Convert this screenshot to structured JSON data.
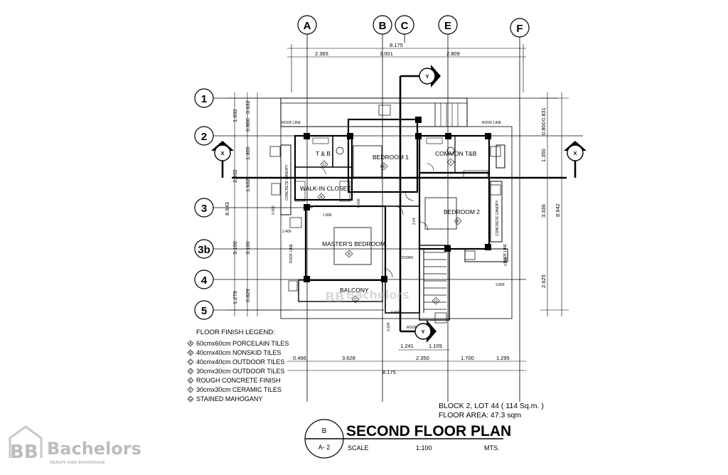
{
  "grid_columns": [
    "A",
    "B",
    "C",
    "E",
    "F"
  ],
  "grid_rows": [
    "1",
    "2",
    "3",
    "3b",
    "4",
    "5"
  ],
  "dimensions": {
    "top_total": "8.175",
    "top_segments": [
      "2.365",
      "3.001",
      "2.809"
    ],
    "bottom_total": "8.175",
    "bottom_segments": [
      "0.496",
      "3.628",
      "2.350",
      "1.700",
      "1.295"
    ],
    "bottom_inner": [
      "1.241",
      "1.109"
    ],
    "left_outer": [
      "1.632",
      "2.932",
      "8.943",
      "3.100",
      "1.279"
    ],
    "left_mid": [
      "0.800",
      "1.300",
      "1.632",
      "3.100",
      "0.829"
    ],
    "left_inner": "0.632",
    "right_outer": [
      "0.831",
      "0.800",
      "1.350",
      "3.336",
      "8.942",
      "2.625"
    ],
    "small_labels": [
      "1.866",
      "2.400",
      "0.400",
      "0.600",
      "2.64",
      "0.800",
      "0.300",
      "0.900",
      "0.200",
      "3.890",
      "0.830"
    ]
  },
  "rooms": {
    "tb": "T & B",
    "bedroom1": "BEDROOM 1",
    "common_tb": "COMMON T&B",
    "walkin": "WALK-IN CLOSET",
    "bedroom2": "BEDROOM 2",
    "master": "MASTER'S BEDROOM",
    "balcony": "BALCONY",
    "canopy": "CONCRETE CANOPY",
    "roof_line": "ROOF LINE",
    "down": "DOWN"
  },
  "finish_tags": {
    "tb": "D",
    "bedroom1": "B",
    "common_tb": "F",
    "walkin": "B",
    "bedroom2": "B",
    "master": "B",
    "balcony": "C",
    "stair": "G"
  },
  "section_markers": {
    "x": "X",
    "y": "Y"
  },
  "legend": {
    "title": "FLOOR FINISH LEGEND:",
    "items": [
      {
        "tag": "A",
        "text": "60cmx60cm PORCELAIN TILES"
      },
      {
        "tag": "B",
        "text": "40cmx40cm NONSKID TILES"
      },
      {
        "tag": "C",
        "text": "40cmx40cm OUTDOOR TILES"
      },
      {
        "tag": "D",
        "text": "30cmx30cm OUTDOOR TILES"
      },
      {
        "tag": "E",
        "text": "ROUGH CONCRETE FINISH"
      },
      {
        "tag": "F",
        "text": "30cmx30cm CERAMIC TILES"
      },
      {
        "tag": "G",
        "text": "STAINED MAHOGANY"
      }
    ]
  },
  "lot_info": {
    "block": "BLOCK 2, LOT 44 ( 114 Sq.m. )",
    "area": "FLOOR AREA: 47.3 sqm"
  },
  "title_block": {
    "letter": "B",
    "sheet": "A- 2",
    "title": "SECOND FLOOR PLAN",
    "scale_label": "SCALE",
    "scale_value": "1:100",
    "units": "MTS."
  },
  "watermark": {
    "logo_text": "Bachelors",
    "logo_subtext": "REALTY AND BROKERAGE",
    "mark": "BB"
  }
}
